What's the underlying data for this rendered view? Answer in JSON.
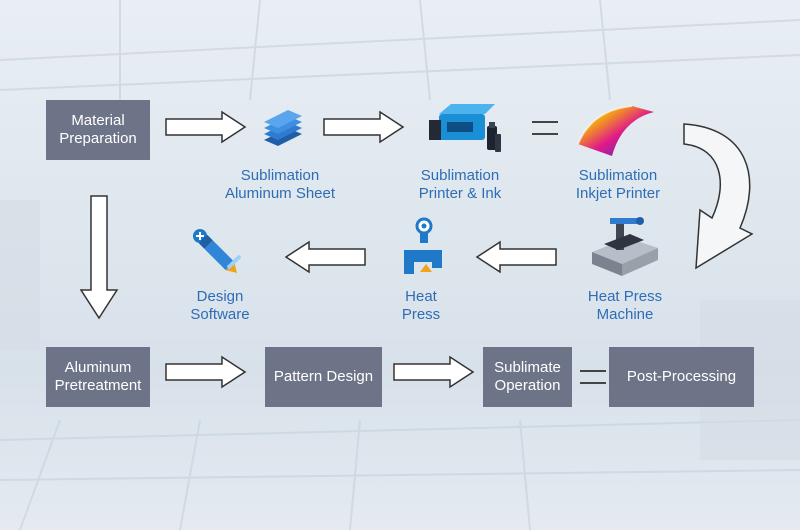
{
  "boxes": {
    "material_preparation": [
      "Material",
      "Preparation"
    ],
    "aluminum_pretreatment": [
      "Aluminum",
      "Pretreatment"
    ],
    "pattern_design": "Pattern Design",
    "sublimate_operation": [
      "Sublimate",
      "Operation"
    ],
    "post_processing": "Post-Processing"
  },
  "captions": {
    "sublimation_aluminum_sheet": [
      "Sublimation",
      "Aluminum Sheet"
    ],
    "sublimation_printer_ink": [
      "Sublimation",
      "Printer & Ink"
    ],
    "sublimation_inkjet_printer": [
      "Sublimation",
      "Inkjet Printer"
    ],
    "heat_press_machine": [
      "Heat Press",
      "Machine"
    ],
    "heat_press": [
      "Heat",
      "Press"
    ],
    "design_software": [
      "Design",
      "Software"
    ]
  },
  "icons": [
    "aluminum-sheet-icon",
    "printer-ink-icon",
    "inkjet-paper-icon",
    "heat-press-machine-icon",
    "heat-press-icon",
    "design-software-icon"
  ],
  "colors": {
    "box_fill": "#6d7487",
    "box_text": "#ffffff",
    "caption_text": "#2e6db4",
    "arrow_fill": "#ffffff",
    "arrow_stroke": "#333333"
  }
}
